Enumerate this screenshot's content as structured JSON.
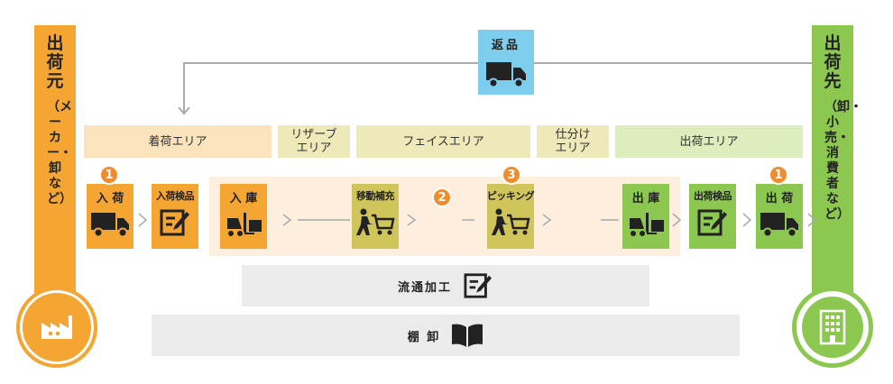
{
  "left_party": {
    "title": "出荷元",
    "subtitle": "（メーカー・卸など）",
    "icon": "factory-icon"
  },
  "right_party": {
    "title": "出荷先",
    "subtitle": "（卸・小売・消費者など）",
    "icon": "building-icon"
  },
  "return": {
    "label": "返品",
    "icon": "truck-icon"
  },
  "areas": [
    {
      "label": "着荷エリア"
    },
    {
      "label": "リザーブ\nエリア"
    },
    {
      "label": "フェイスエリア"
    },
    {
      "label": "仕分け\nエリア"
    },
    {
      "label": "出荷エリア"
    }
  ],
  "steps": [
    {
      "label": "入 荷",
      "icon": "truck-icon",
      "badge": "1"
    },
    {
      "label": "入荷検品",
      "icon": "checklist-icon"
    },
    {
      "label": "入 庫",
      "icon": "forklift-icon"
    },
    {
      "label": "移動補充",
      "icon": "cart-person-icon",
      "badge": "2"
    },
    {
      "label": "ピッキング",
      "icon": "cart-person-icon",
      "badge": "3"
    },
    {
      "label": "出 庫",
      "icon": "forklift-icon"
    },
    {
      "label": "出荷検品",
      "icon": "checklist-icon"
    },
    {
      "label": "出 荷",
      "icon": "truck-icon",
      "badge": "1"
    }
  ],
  "bottom": [
    {
      "label": "流通加工",
      "icon": "checklist-icon"
    },
    {
      "label": "棚 卸",
      "icon": "book-icon"
    }
  ],
  "colors": {
    "orange": "#f4a532",
    "yellow": "#cfc55b",
    "green": "#8cc84f",
    "blue": "#7dcdef",
    "gray": "#ebebeb"
  }
}
